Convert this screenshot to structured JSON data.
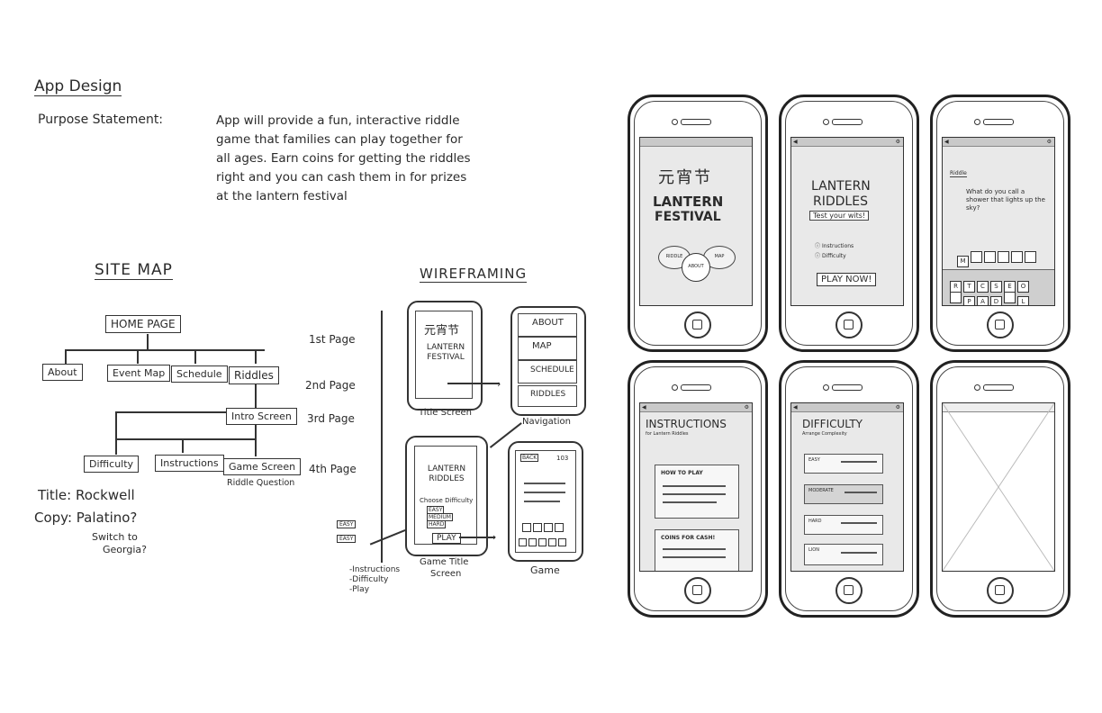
{
  "app_design": {
    "heading": "App Design",
    "purpose_label": "Purpose Statement:",
    "purpose_lines": [
      "App will provide a fun, interactive riddle",
      "game that families can play together for",
      "all ages. Earn coins for getting the riddles",
      "right and you can cash them in for prizes",
      "at the lantern festival"
    ]
  },
  "site_map": {
    "heading": "SITE MAP",
    "home": "HOME PAGE",
    "level2": [
      "About",
      "Event Map",
      "Schedule",
      "Riddles"
    ],
    "intro": "Intro Screen",
    "level4": [
      "Difficulty",
      "Instructions",
      "Game Screen"
    ],
    "riddle_question": "Riddle Question",
    "pages": [
      "1st Page",
      "2nd Page",
      "3rd Page",
      "4th Page"
    ]
  },
  "fonts": {
    "title": "Title: Rockwell",
    "copy": "Copy: Palatino?",
    "switch_1": "Switch to",
    "switch_2": "Georgia?"
  },
  "wireframing": {
    "heading": "WIREFRAMING",
    "title_screen_chars": "元宵节",
    "title_screen_text": "LANTERN FESTIVAL",
    "title_screen_caption": "Title Screen",
    "nav_items": [
      "ABOUT",
      "MAP",
      "SCHEDULE",
      "RIDDLES"
    ],
    "nav_caption": "Navigation",
    "game_title_text": "LANTERN RIDDLES",
    "choose_difficulty": "Choose Difficulty",
    "diff_options": [
      "EASY",
      "MEDIUM",
      "HARD"
    ],
    "play": "PLAY",
    "game_title_caption_1": "Game Title",
    "game_title_caption_2": "Screen",
    "game_caption": "Game",
    "game_back": "BACK",
    "game_score": "103",
    "side_labels": [
      "EASY",
      "EASY"
    ],
    "list": [
      "-Instructions",
      "-Difficulty",
      "-Play"
    ]
  },
  "mockups": {
    "p1": {
      "chars": "元宵节",
      "title_1": "LANTERN",
      "title_2": "FESTIVAL",
      "circle_about": "ABOUT",
      "circle_left": "RIDDLE",
      "circle_right": "MAP"
    },
    "p2": {
      "title_1": "LANTERN",
      "title_2": "RIDDLES",
      "sub": "Test your wits!",
      "opt_1": "Instructions",
      "opt_2": "Difficulty",
      "play": "PLAY NOW!"
    },
    "p3": {
      "label": "Riddle",
      "question": "What do you call a shower that lights up the sky?",
      "answer_tiles": [
        "M",
        "",
        "",
        "",
        "",
        ""
      ],
      "letters_row1": [
        "R",
        "T",
        "C",
        "S",
        "E",
        "O"
      ],
      "letters_row2": [
        "",
        "P",
        "A",
        "D",
        "",
        "L"
      ]
    },
    "p4": {
      "title": "INSTRUCTIONS",
      "sub": "for Lantern Riddles",
      "card_1": "HOW TO PLAY",
      "card_2": "COINS FOR CASH!"
    },
    "p5": {
      "title": "DIFFICULTY",
      "sub": "Arrange Complexity",
      "levels": [
        "EASY",
        "MODERATE",
        "HARD",
        "LION"
      ]
    }
  }
}
